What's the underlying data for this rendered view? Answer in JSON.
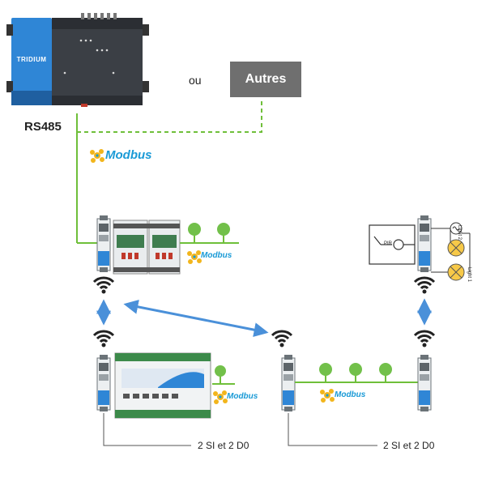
{
  "controller": {
    "brand": "TRIDIUM"
  },
  "labels": {
    "rs485": "RS485",
    "or": "ou",
    "others": "Autres",
    "modbus": "Modbus",
    "io_note_left": "2 SI et 2 D0",
    "io_note_right": "2 SI et 2 D0",
    "pir": "PIR",
    "light2": "Light 2",
    "light1": "Light 1"
  },
  "colors": {
    "bus_line": "#6fbf3a",
    "wireless_link": "#4a90d9",
    "controller_blue": "#2f86d6",
    "controller_dark": "#3b3f45",
    "others_box": "#6f6f6f",
    "modbus_text": "#1a9ad6",
    "modbus_logo": "#f2b51c"
  },
  "icons": [
    "wifi-icon",
    "modbus-logo-icon",
    "double-arrow-icon",
    "lamp-icon",
    "pir-sensor-icon"
  ]
}
